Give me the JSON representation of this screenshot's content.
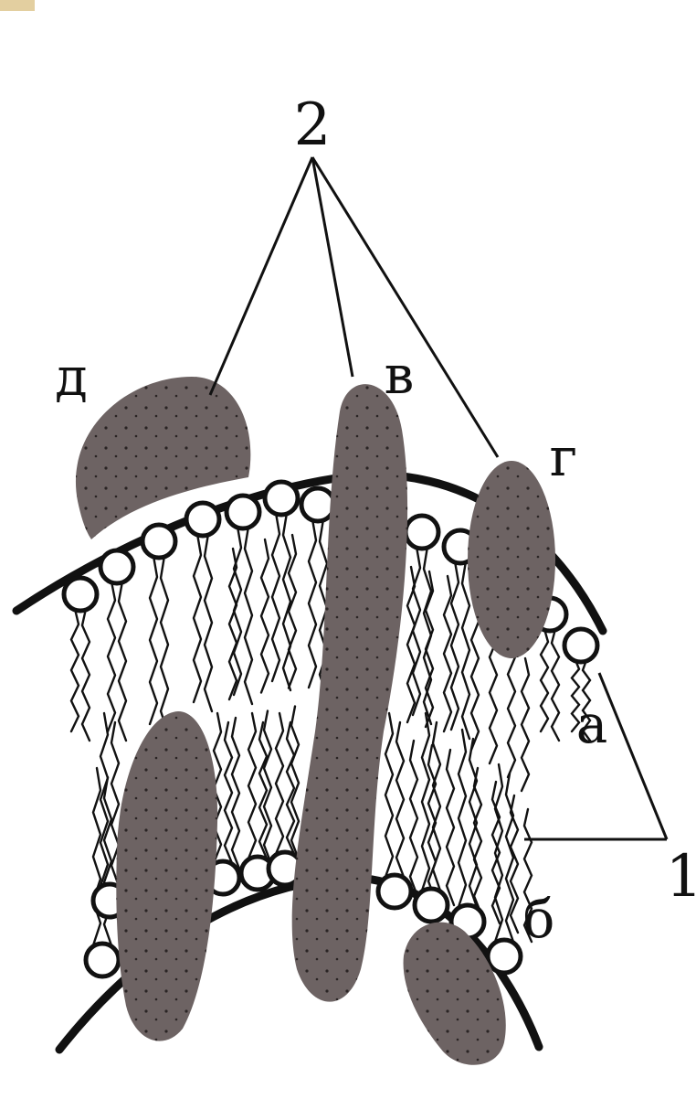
{
  "diagram": {
    "labels": {
      "group_proteins": "2",
      "group_lipid_layers": "1",
      "protein_d": "д",
      "protein_v": "в",
      "protein_g": "г",
      "outer_layer": "а",
      "inner_layer": "б"
    },
    "colors": {
      "protein_fill": "#6d6363",
      "line": "#111111",
      "head_fill": "#ffffff",
      "corner_mark": "#e3cfa0"
    }
  }
}
